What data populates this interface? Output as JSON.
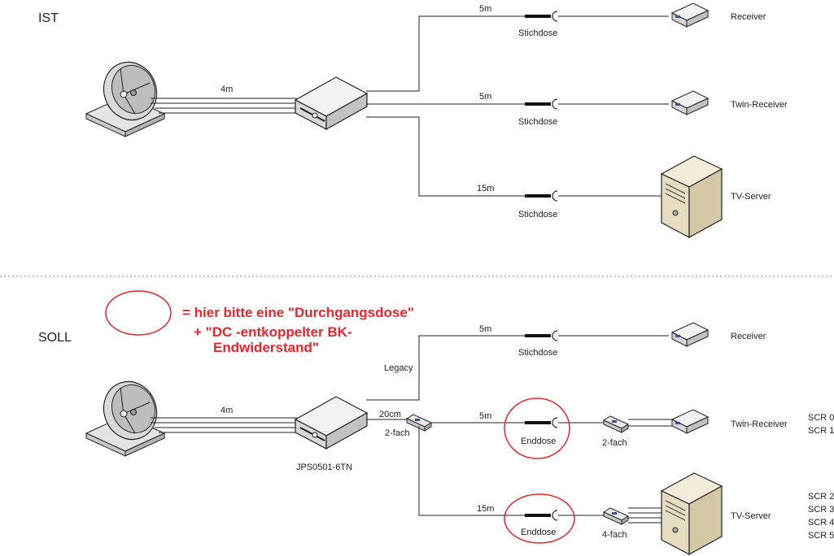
{
  "sections": {
    "ist": "IST",
    "soll": "SOLL"
  },
  "legend": {
    "line1": "= hier bitte eine \"Durchgangsdose\"",
    "line2": "+ \"DC -entkoppelter BK-",
    "line3": "Endwiderstand\""
  },
  "ist": {
    "dish_cable": "4m",
    "branches": [
      {
        "length": "5m",
        "outlet": "Stichdose",
        "device": "Receiver"
      },
      {
        "length": "5m",
        "outlet": "Stichdose",
        "device": "Twin-Receiver"
      },
      {
        "length": "15m",
        "outlet": "Stichdose",
        "device": "TV-Server"
      }
    ]
  },
  "soll": {
    "dish_cable": "4m",
    "switch_model": "JPS0501-6TN",
    "splitter_cable": "20cm",
    "splitter_type": "2-fach",
    "legacy_label": "Legacy",
    "branches": [
      {
        "length": "5m",
        "outlet": "Stichdose",
        "device": "Receiver"
      },
      {
        "length": "5m",
        "outlet": "Enddose",
        "device": "Twin-Receiver",
        "splitter": "2-fach",
        "scr": [
          "SCR 0",
          "SCR 1"
        ]
      },
      {
        "length": "15m",
        "outlet": "Enddose",
        "device": "TV-Server",
        "splitter": "4-fach",
        "scr": [
          "SCR 2",
          "SCR 3",
          "SCR 4",
          "SCR 5"
        ]
      }
    ]
  },
  "colors": {
    "highlight": "#e8262c",
    "line": "#222222"
  }
}
